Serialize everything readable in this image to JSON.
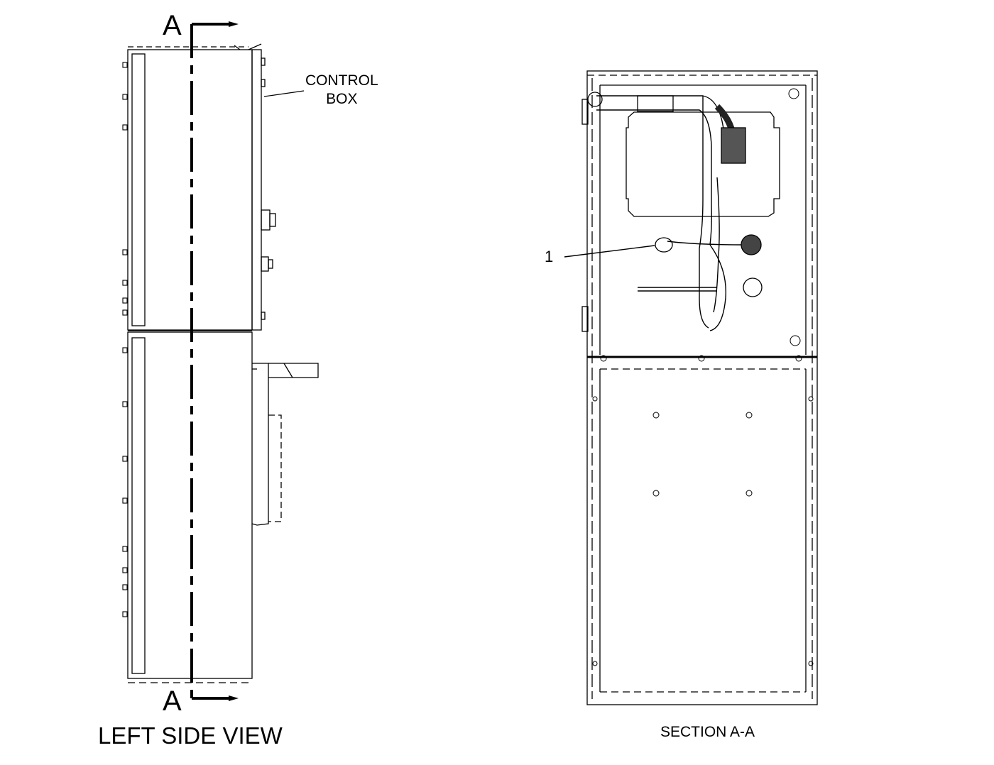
{
  "section_marker_top": "A",
  "section_marker_bottom": "A",
  "callout_control_box": "CONTROL\nBOX",
  "left_view_title": "LEFT SIDE VIEW",
  "section_view_title": "SECTION A-A",
  "item_callout": "1"
}
